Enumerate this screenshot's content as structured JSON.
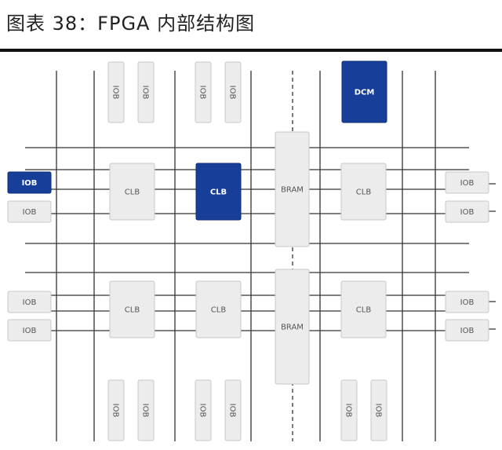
{
  "caption": "图表 38：FPGA 内部结构图",
  "diagram": {
    "colors": {
      "highlight": "#173f9a",
      "block": "#ececec",
      "wire": "#333333"
    },
    "labels": {
      "clb": "CLB",
      "bram": "BRAM",
      "iob": "IOB",
      "dcm": "DCM"
    },
    "highlighted": [
      "iob-left-1",
      "clb-1-2",
      "dcm"
    ]
  }
}
